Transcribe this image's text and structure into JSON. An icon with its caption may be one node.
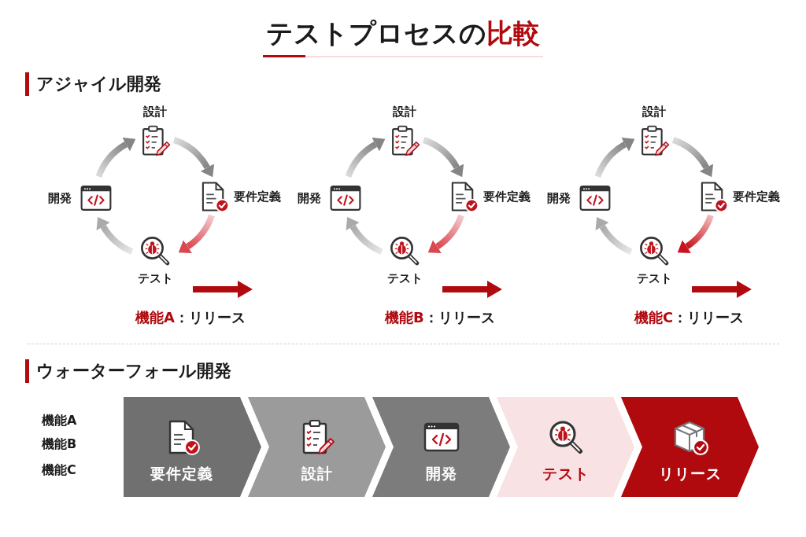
{
  "diagram": {
    "title": "テストプロセスの**比較**",
    "nodes": [
      {
        "text": [
          "設計"
        ]
      },
      {
        "text": [
          "開発"
        ]
      },
      {
        "text": [
          "要件定義"
        ]
      },
      {
        "text": [
          "テスト"
        ]
      },
      {
        "text": [
          "設計"
        ]
      },
      {
        "text": [
          "開発"
        ]
      },
      {
        "text": [
          "要件定義"
        ]
      },
      {
        "text": [
          "テスト"
        ]
      },
      {
        "text": [
          "設計"
        ]
      },
      {
        "text": [
          "開発"
        ]
      },
      {
        "text": [
          "要件定義"
        ]
      },
      {
        "text": [
          "テスト"
        ]
      },
      {
        "text": [
          "要件定義"
        ]
      },
      {
        "text": [
          "設計"
        ]
      },
      {
        "text": [
          "開発"
        ]
      },
      {
        "text": [
          "テスト"
        ]
      },
      {
        "text": [
          "リリース"
        ]
      }
    ],
    "edges": [
      {
        "from": 0,
        "to": 2,
        "arrow": "to"
      },
      {
        "from": 2,
        "to": 3,
        "arrow": "to",
        "color": "#d9474f"
      },
      {
        "from": 3,
        "to": 1,
        "arrow": "to",
        "color": "#aaaaaa"
      },
      {
        "from": 1,
        "to": 0,
        "arrow": "to"
      },
      {
        "from": 4,
        "to": 6,
        "arrow": "to"
      },
      {
        "from": 6,
        "to": 7,
        "arrow": "to",
        "color": "#d9474f"
      },
      {
        "from": 7,
        "to": 5,
        "arrow": "to",
        "color": "#aaaaaa"
      },
      {
        "from": 5,
        "to": 4,
        "arrow": "to"
      },
      {
        "from": 8,
        "to": 10,
        "arrow": "to"
      },
      {
        "from": 10,
        "to": 11,
        "arrow": "to",
        "color": "#c8141c"
      },
      {
        "from": 11,
        "to": 9,
        "arrow": "to",
        "color": "#aaaaaa"
      },
      {
        "from": 9,
        "to": 8,
        "arrow": "to"
      }
    ],
    "labels": [
      "アジャイル開発",
      "**機能A**：リリース",
      "**機能B**：リリース",
      "**機能C**：リリース",
      "ウォーターフォール開発",
      "機能A",
      "機能B",
      "機能C"
    ]
  }
}
